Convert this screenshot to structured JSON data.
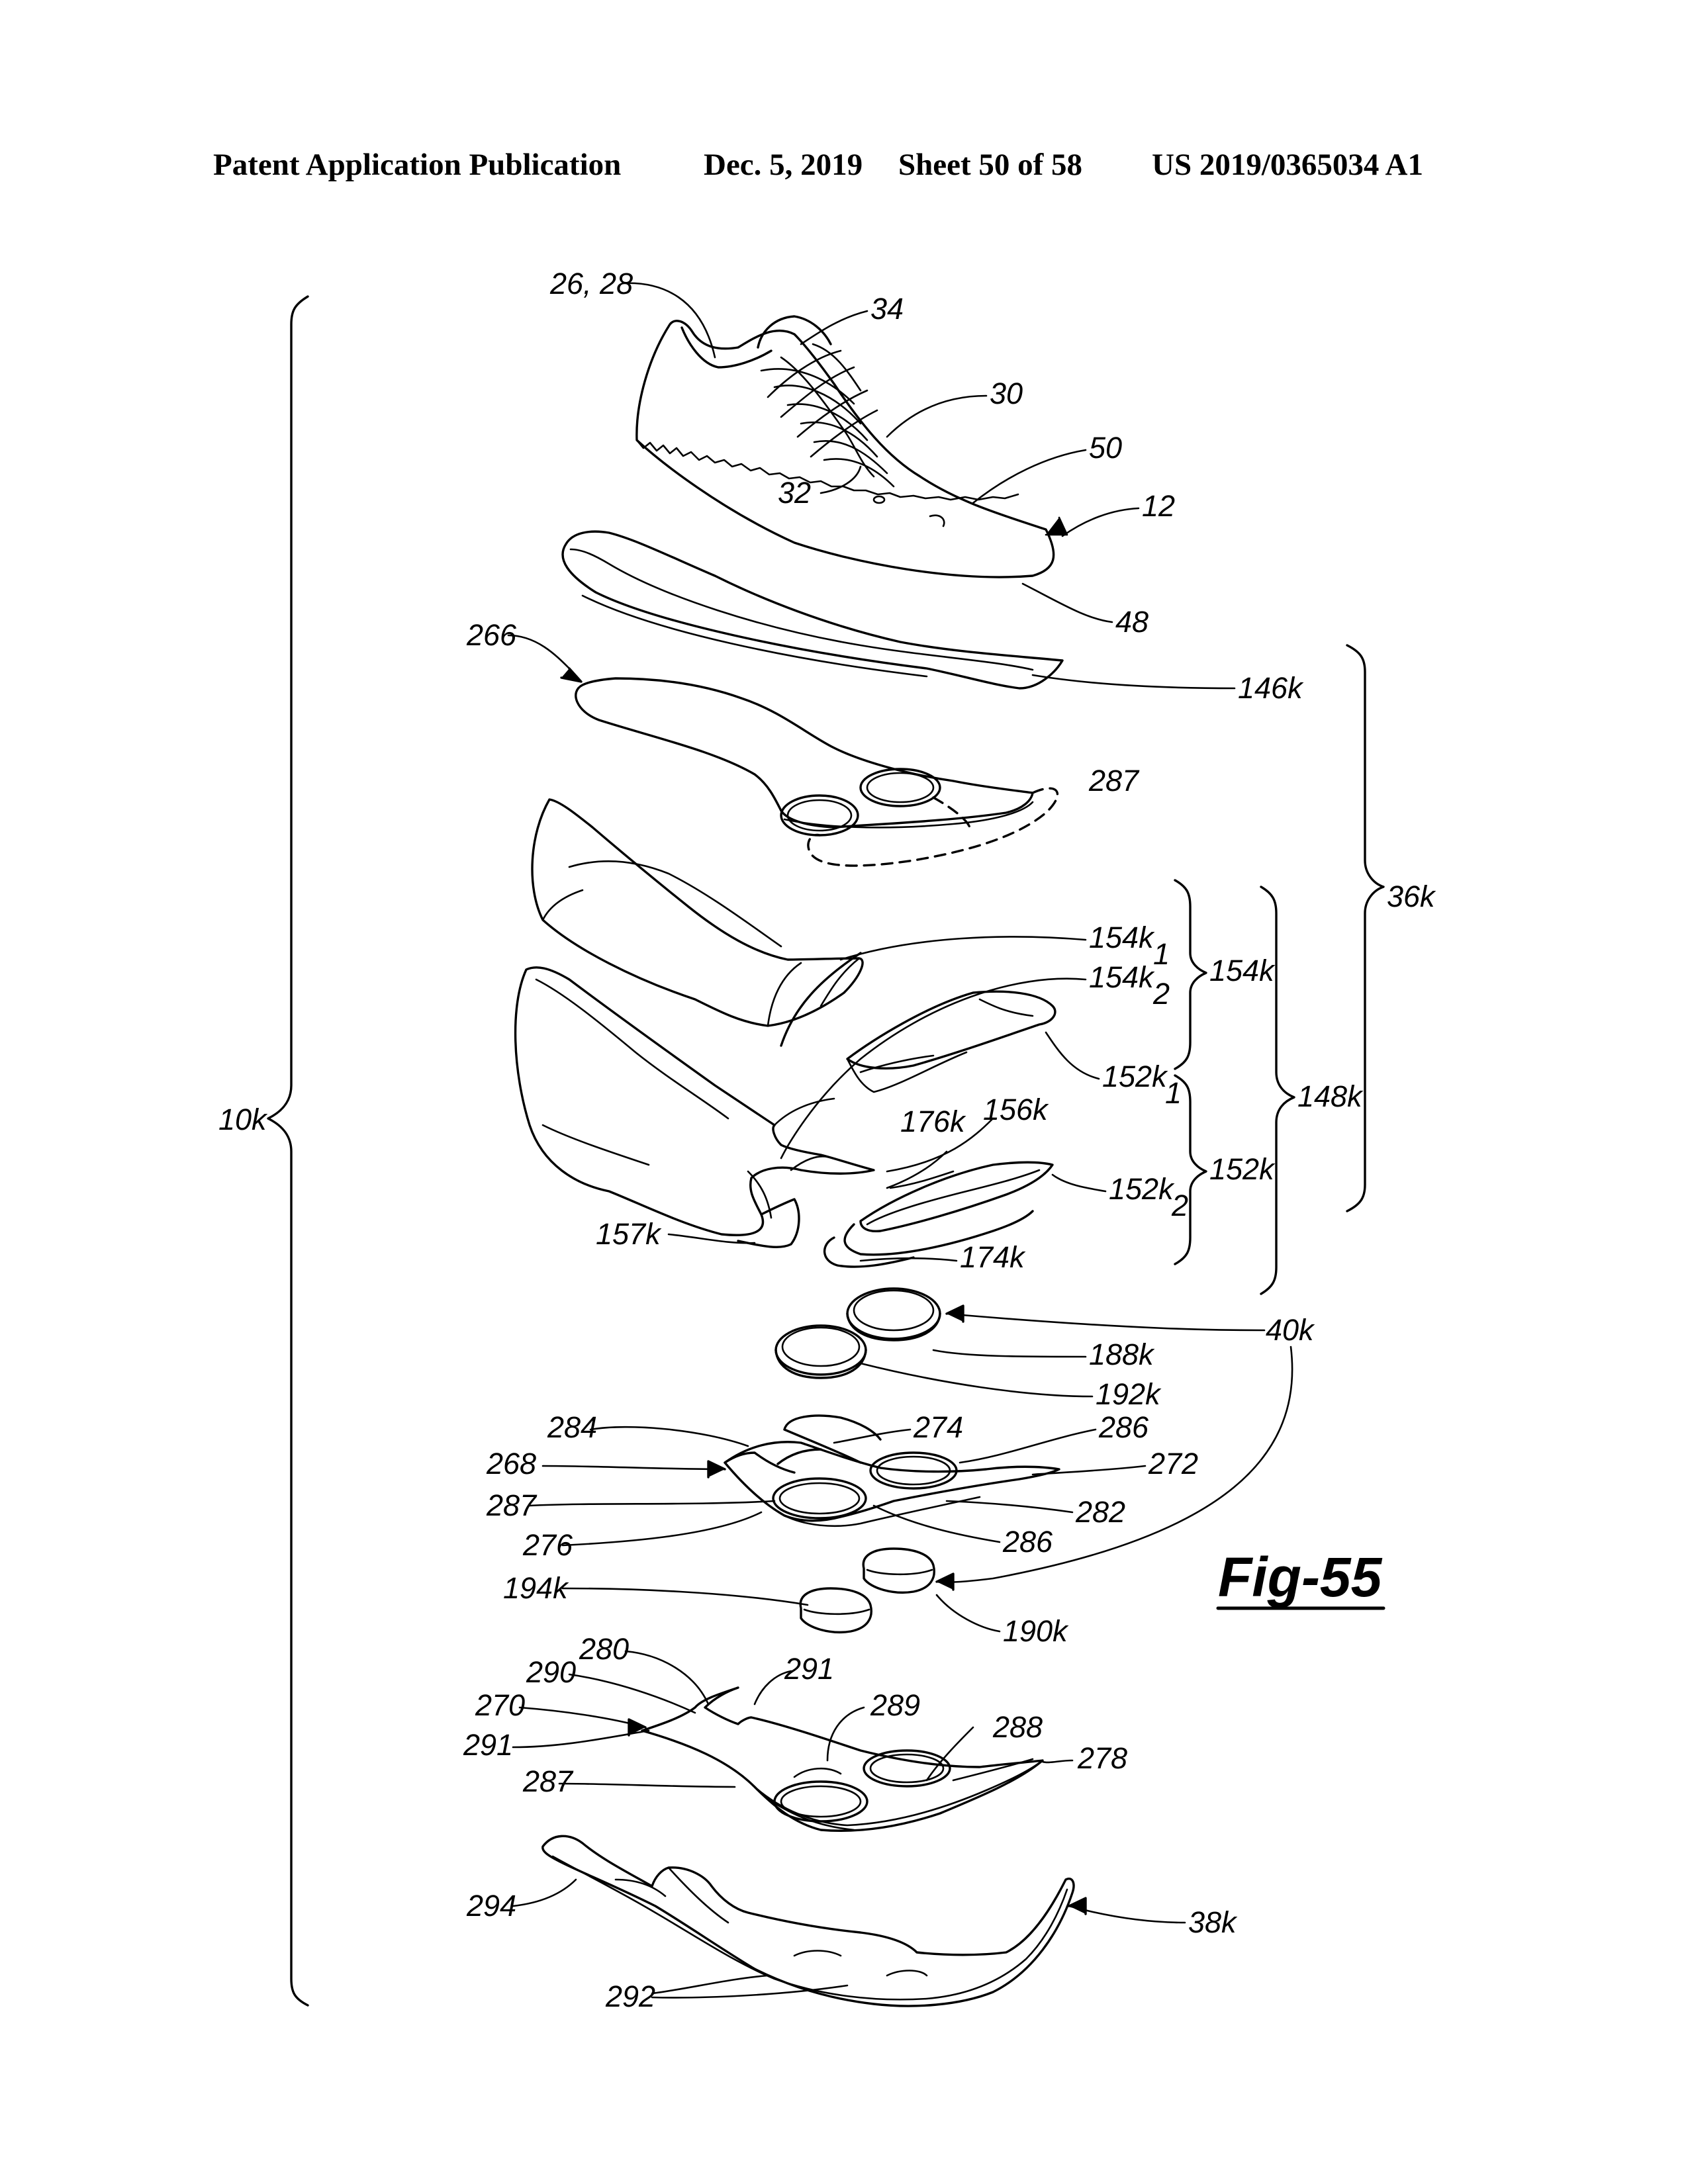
{
  "header": {
    "publication": "Patent Application Publication",
    "date": "Dec. 5, 2019",
    "sheet": "Sheet 50 of 58",
    "number": "US 2019/0365034 A1"
  },
  "figure": {
    "label": "Fig-55",
    "reference_labels": {
      "r_26_28": "26, 28",
      "r_34": "34",
      "r_30": "30",
      "r_50": "50",
      "r_32": "32",
      "r_12": "12",
      "r_48": "48",
      "r_266": "266",
      "r_146k": "146k",
      "r_287a": "287",
      "r_36k": "36k",
      "r_154k1": "154k",
      "r_154k1_sub": "1",
      "r_154k": "154k",
      "r_154k2": "154k",
      "r_154k2_sub": "2",
      "r_152k1": "152k",
      "r_152k1_sub": "1",
      "r_148k": "148k",
      "r_10k": "10k",
      "r_176k": "176k",
      "r_156k": "156k",
      "r_152k": "152k",
      "r_152k2": "152k",
      "r_152k2_sub": "2",
      "r_157k": "157k",
      "r_174k": "174k",
      "r_40k": "40k",
      "r_188k": "188k",
      "r_192k": "192k",
      "r_284": "284",
      "r_274": "274",
      "r_286a": "286",
      "r_268": "268",
      "r_272": "272",
      "r_287b": "287",
      "r_282": "282",
      "r_276": "276",
      "r_286b": "286",
      "r_194k": "194k",
      "r_190k": "190k",
      "r_280": "280",
      "r_291a": "291",
      "r_290": "290",
      "r_289": "289",
      "r_270": "270",
      "r_288": "288",
      "r_291b": "291",
      "r_278": "278",
      "r_287c": "287",
      "r_294": "294",
      "r_38k": "38k",
      "r_292": "292"
    }
  }
}
